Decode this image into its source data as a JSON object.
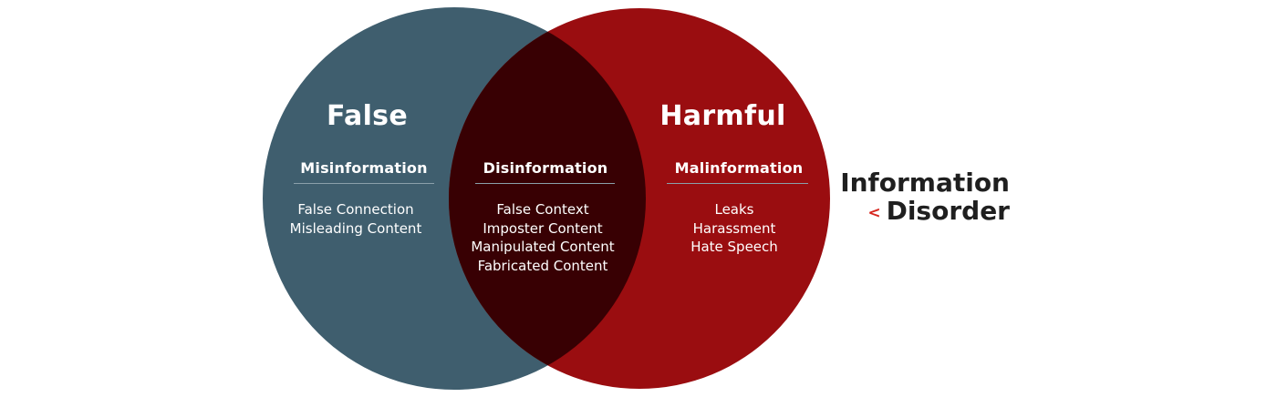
{
  "colors": {
    "false_circle": "#3f5e6e",
    "harmful_circle": "#9a0d10",
    "overlap": "#380003",
    "divider": "#8aa0aa",
    "brand_text": "#1f1f1f",
    "brand_mark": "#d7261e"
  },
  "sets": {
    "false": {
      "title": "False"
    },
    "harmful": {
      "title": "Harmful"
    }
  },
  "categories": {
    "misinformation": {
      "title": "Misinformation",
      "items": [
        "False Connection",
        "Misleading Content"
      ]
    },
    "disinformation": {
      "title": "Disinformation",
      "items": [
        "False Context",
        "Imposter Content",
        "Manipulated Content",
        "Fabricated Content"
      ]
    },
    "malinformation": {
      "title": "Malinformation",
      "items": [
        "Leaks",
        "Harassment",
        "Hate Speech"
      ]
    }
  },
  "brand": {
    "line1": "Information",
    "mark": "<",
    "line2": "Disorder"
  }
}
